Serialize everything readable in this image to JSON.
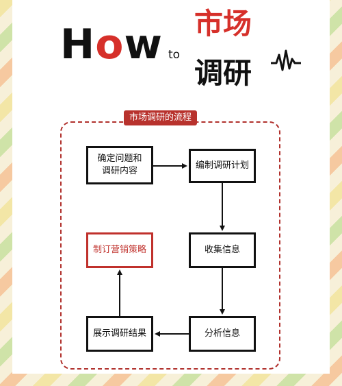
{
  "header": {
    "how_h": "H",
    "how_o": "o",
    "how_w": "w",
    "to": "to",
    "title_line1": "市场",
    "title_line2": "调研"
  },
  "diagram": {
    "label": "市场调研的流程",
    "nodes": {
      "define": "确定问题和\n调研内容",
      "plan": "编制调研计划",
      "collect": "收集信息",
      "analyze": "分析信息",
      "present": "展示调研结果",
      "strategy": "制订营销策略"
    }
  },
  "colors": {
    "accent_red": "#d6302a",
    "ink": "#111111"
  }
}
